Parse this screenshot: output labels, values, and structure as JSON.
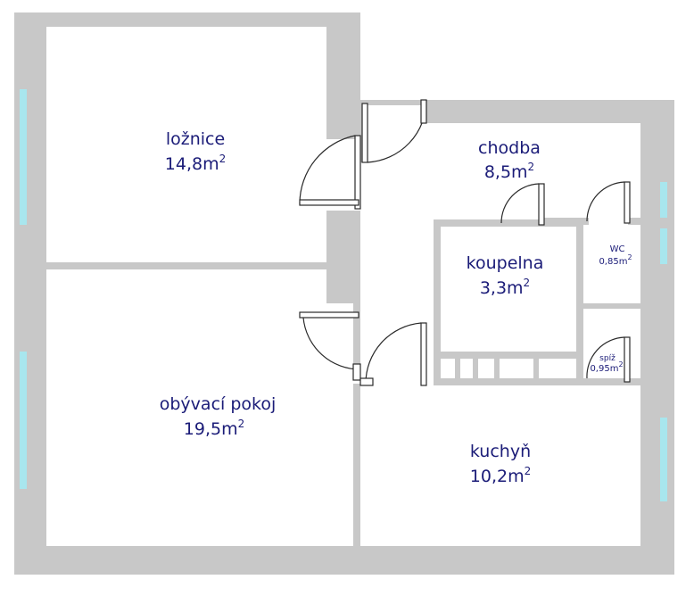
{
  "rooms": [
    {
      "id": "loznice",
      "name": "ložnice",
      "area": "14,8m",
      "unit_sup": "2"
    },
    {
      "id": "chodba",
      "name": "chodba",
      "area": "8,5m",
      "unit_sup": "2"
    },
    {
      "id": "koupelna",
      "name": "koupelna",
      "area": "3,3m",
      "unit_sup": "2"
    },
    {
      "id": "wc",
      "name": "WC",
      "area": "0,85m",
      "unit_sup": "2"
    },
    {
      "id": "obyvaci-pokoj",
      "name": "obývací pokoj",
      "area": "19,5m",
      "unit_sup": "2"
    },
    {
      "id": "spiz",
      "name": "spíž",
      "area": "0,95m",
      "unit_sup": "2"
    },
    {
      "id": "kuchyn",
      "name": "kuchyň",
      "area": "10,2m",
      "unit_sup": "2"
    }
  ],
  "colors": {
    "wall": "#c8c8c8",
    "window": "#a8e6ee",
    "label": "#1b1c78",
    "door": "#2a2a2a"
  }
}
